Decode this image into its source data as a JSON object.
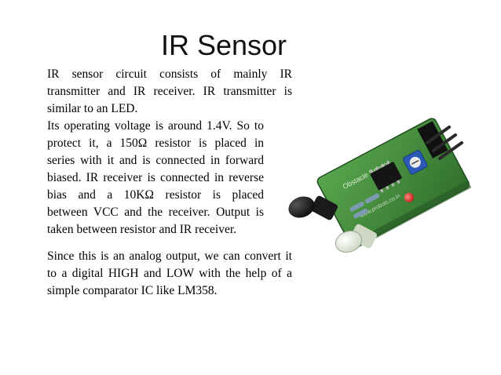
{
  "slide": {
    "title": "IR Sensor",
    "paragraph1": [
      "IR sensor circuit consists of mainly IR",
      "transmitter and IR receiver. IR transmitter is",
      "similar to an LED."
    ],
    "paragraph2": [
      "Its operating voltage is around 1.4V. So to",
      "protect it, a 150Ω resistor is placed in",
      "series with it and is connected in forward",
      "biased. IR receiver is connected in reverse",
      "bias and a 10KΩ resistor is placed",
      "between VCC and the receiver. Output is",
      "taken between resistor and IR receiver."
    ],
    "paragraph3": [
      "Since this is an analog output, we can convert it",
      "to a digital HIGH and LOW with the help of a",
      "simple comparator IC like LM358."
    ]
  },
  "image": {
    "board_label": "Obstacle Sensor",
    "watermark": "www.probots.co.in",
    "colors": {
      "pcb": "#3f8a3a",
      "led_red": "#e0201a",
      "pin": "#222222"
    }
  }
}
